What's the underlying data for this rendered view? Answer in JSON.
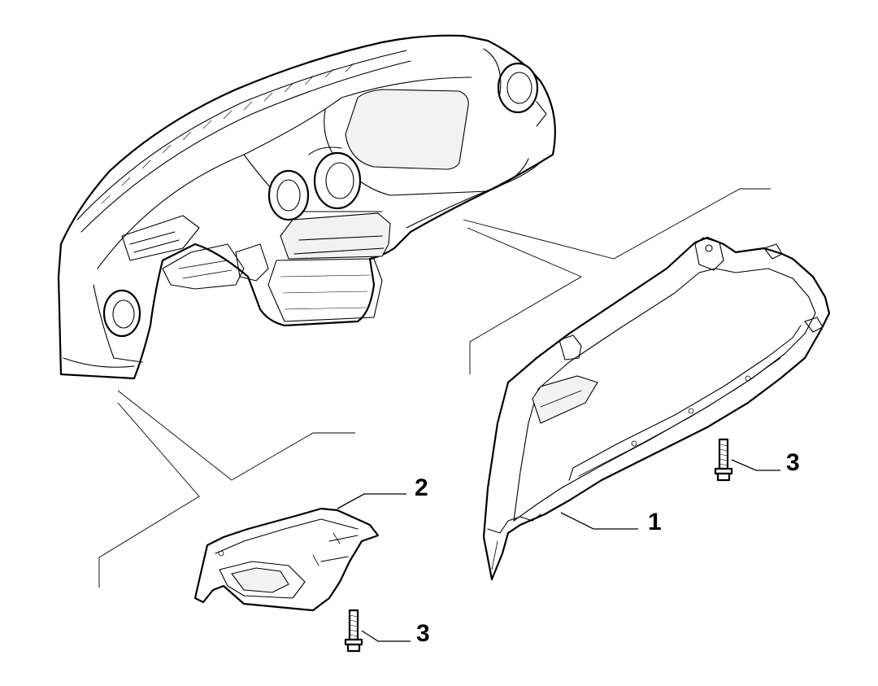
{
  "diagram": {
    "callouts": [
      {
        "id": "part-1",
        "label": "1"
      },
      {
        "id": "part-2",
        "label": "2"
      },
      {
        "id": "part-3-right",
        "label": "3"
      },
      {
        "id": "part-3-bottom",
        "label": "3"
      }
    ],
    "colors": {
      "line": "#000000",
      "background": "#ffffff"
    }
  }
}
